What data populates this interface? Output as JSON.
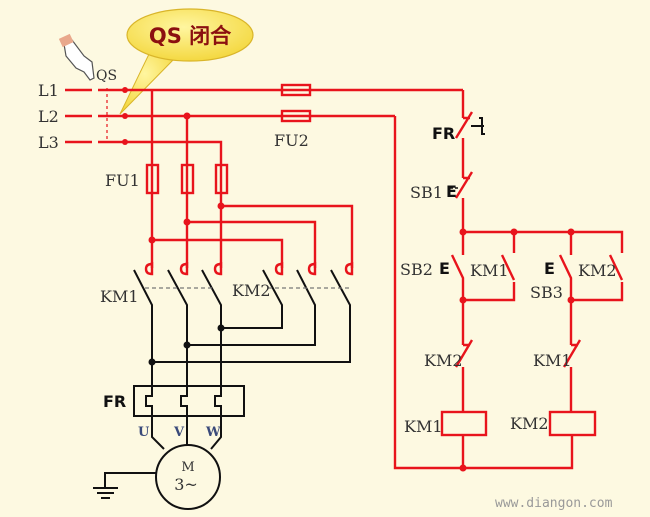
{
  "callout": {
    "text": "QS 闭合"
  },
  "phases": [
    "L1",
    "L2",
    "L3"
  ],
  "labels": {
    "qs": "QS",
    "fu1": "FU1",
    "fu2": "FU2",
    "km1_main": "KM1",
    "km2_main": "KM2",
    "fr_main": "FR",
    "u": "U",
    "v": "V",
    "w": "W",
    "motor_m": "M",
    "motor_3": "3~",
    "fr_ctrl": "FR",
    "sb1": "SB1",
    "sb2": "SB2",
    "sb3": "SB3",
    "km1_hold": "KM1",
    "km2_hold": "KM2",
    "km2_interlock": "KM2",
    "km1_interlock": "KM1",
    "km1_coil": "KM1",
    "km2_coil": "KM2"
  },
  "watermark": "www.diangon.com",
  "colors": {
    "circuit_active": "#e8141c",
    "circuit_idle": "#111111",
    "background": "#fdf9e1",
    "callout_fill": "#f9e45a"
  },
  "icons": [
    "pointing-hand-icon",
    "ground-icon",
    "motor-icon"
  ]
}
